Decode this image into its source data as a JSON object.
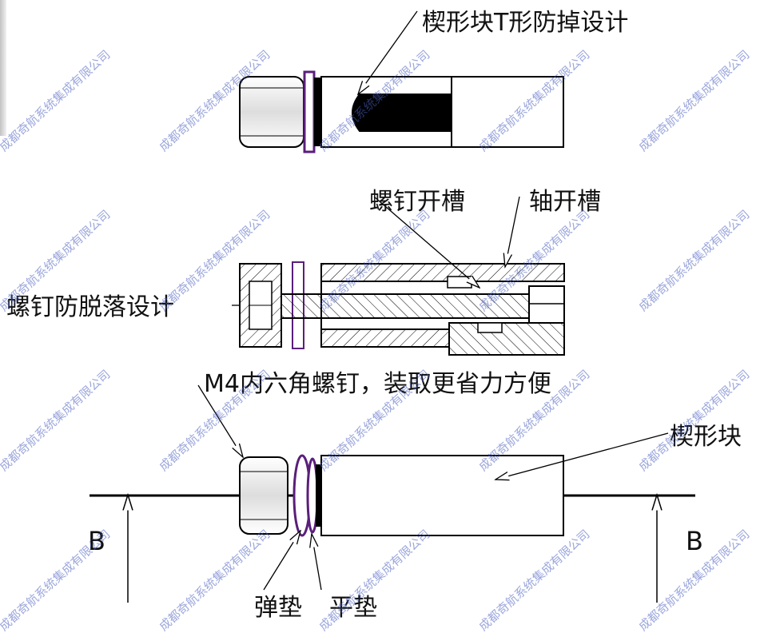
{
  "labels": {
    "t_design": "楔形块T形防掉设计",
    "screw_slot": "螺钉开槽",
    "shaft_slot": "轴开槽",
    "screw_anti_drop": "螺钉防脱落设计",
    "m4": "M4内六角螺钉，装取更省力方便",
    "wedge_block": "楔形块",
    "section_left": "B",
    "section_right": "B",
    "spring_washer": "弹垫",
    "flat_washer": "平垫"
  },
  "watermark": "成都奇航系统集成有限公司",
  "colors": {
    "line": "#000000",
    "washer": "#5a1f7a",
    "watermark": "#4a5fbf",
    "background": "#ffffff"
  }
}
